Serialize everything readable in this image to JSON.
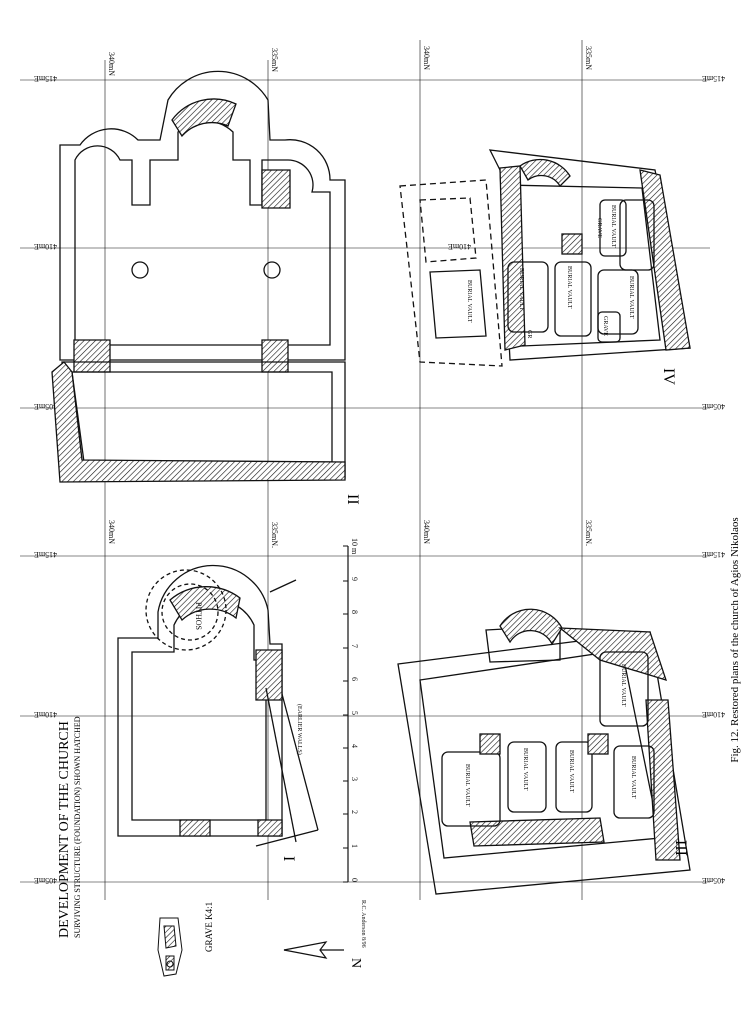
{
  "caption": "Fig. 12. Restored plans of the church of Agios Nikolaos",
  "title": "DEVELOPMENT OF THE CHURCH",
  "subtitle": "SURVIVING STRUCTURE (FOUNDATION) SHOWN HATCHED",
  "grave_label": "GRAVE K4:1",
  "credit": "R.C. Anderson 8/96",
  "scale": {
    "ticks": [
      "0",
      "1",
      "2",
      "3",
      "4",
      "5",
      "6",
      "7",
      "8",
      "9",
      "10 m"
    ]
  },
  "north_label": "N",
  "grid_labels": {
    "n340": "340mN",
    "n335": "335mN",
    "n335_alt": "335mN.",
    "e405": "405mE",
    "e410": "410mE",
    "e415": "415mE"
  },
  "phases": {
    "I": {
      "numeral": "I",
      "labels": [
        "PITHOS",
        "(EARLIER WALLS)"
      ]
    },
    "II": {
      "numeral": "II"
    },
    "III": {
      "numeral": "III",
      "labels": [
        "BURIAL VAULT",
        "BURIAL VAULT",
        "BURIAL VAULT",
        "BURIAL VAULT",
        "BURIAL VAULT"
      ]
    },
    "IV": {
      "numeral": "IV",
      "labels": [
        "BURIAL VAULT",
        "BURIAL VAULT",
        "BURIAL VAULT",
        "BURIAL VAULT",
        "BURIAL VAULT",
        "GRAVE",
        "GRAVE",
        "GR"
      ]
    }
  },
  "colors": {
    "ink": "#111111",
    "paper": "#ffffff"
  }
}
